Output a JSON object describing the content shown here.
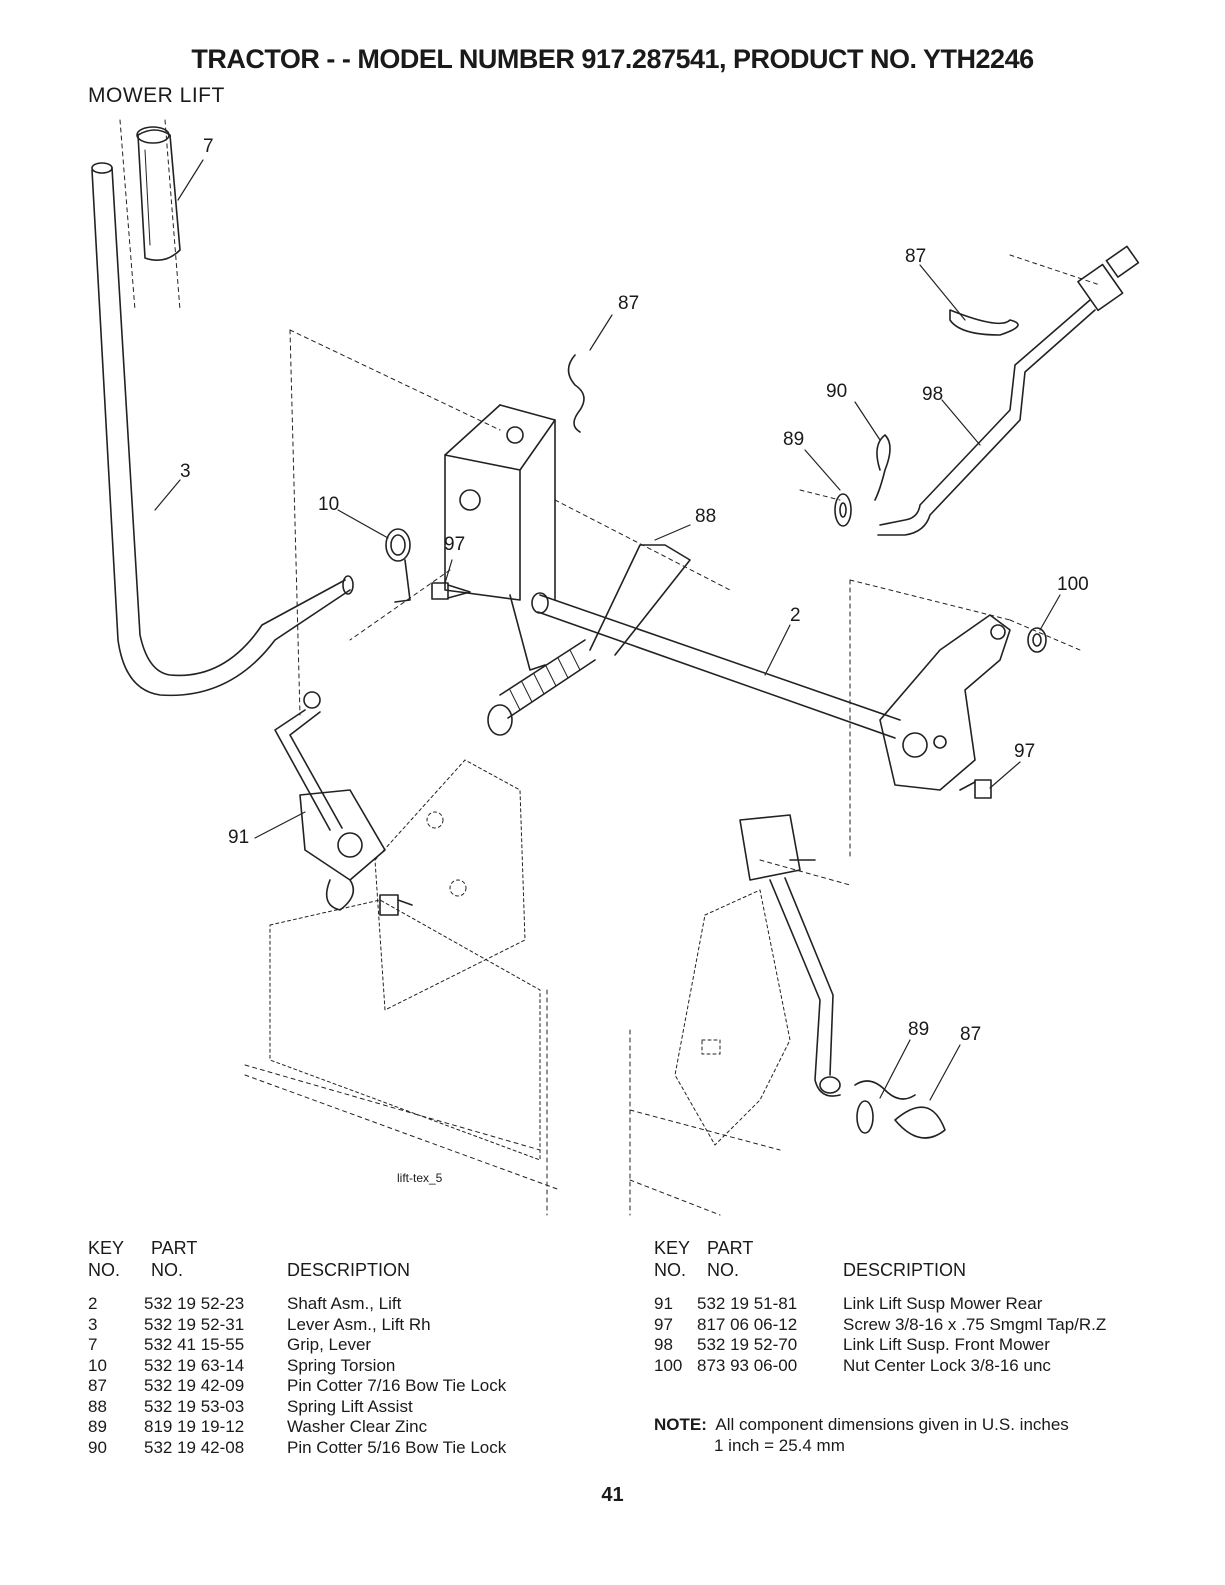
{
  "header": {
    "title": "TRACTOR - - MODEL NUMBER 917.287541, PRODUCT NO. YTH2246",
    "subtitle": "MOWER LIFT"
  },
  "diagram": {
    "caption": "lift-tex_5",
    "callouts": {
      "c7": "7",
      "c3": "3",
      "c87a": "87",
      "c87b": "87",
      "c87c": "87",
      "c90": "90",
      "c98": "98",
      "c89a": "89",
      "c89b": "89",
      "c10": "10",
      "c97a": "97",
      "c97b": "97",
      "c88": "88",
      "c100": "100",
      "c2": "2",
      "c91": "91"
    }
  },
  "parts_table": {
    "headers": {
      "key_top": "KEY",
      "key_bottom": "NO.",
      "part_top": "PART",
      "part_bottom": "NO.",
      "description": "DESCRIPTION"
    },
    "left": [
      {
        "key": "2",
        "part": "532 19 52-23",
        "desc": "Shaft Asm., Lift"
      },
      {
        "key": "3",
        "part": "532 19 52-31",
        "desc": "Lever Asm., Lift Rh"
      },
      {
        "key": "7",
        "part": "532 41 15-55",
        "desc": "Grip, Lever"
      },
      {
        "key": "10",
        "part": "532 19 63-14",
        "desc": "Spring  Torsion"
      },
      {
        "key": "87",
        "part": "532 19 42-09",
        "desc": "Pin Cotter 7/16 Bow Tie Lock"
      },
      {
        "key": "88",
        "part": "532 19 53-03",
        "desc": "Spring Lift Assist"
      },
      {
        "key": "89",
        "part": "819 19 19-12",
        "desc": "Washer Clear Zinc"
      },
      {
        "key": "90",
        "part": "532 19 42-08",
        "desc": "Pin Cotter 5/16 Bow Tie Lock"
      }
    ],
    "right": [
      {
        "key": "91",
        "part": "532 19 51-81",
        "desc": "Link Lift Susp Mower Rear"
      },
      {
        "key": "97",
        "part": "817 06 06-12",
        "desc": "Screw 3/8-16 x .75 Smgml Tap/R.Z"
      },
      {
        "key": "98",
        "part": "532 19 52-70",
        "desc": "Link Lift Susp. Front Mower"
      },
      {
        "key": "100",
        "part": "873 93 06-00",
        "desc": "Nut Center Lock 3/8-16 unc"
      }
    ]
  },
  "note": {
    "label": "NOTE:",
    "line1": "All component dimensions given in U.S. inches",
    "line2": "1 inch = 25.4 mm"
  },
  "page_number": "41"
}
